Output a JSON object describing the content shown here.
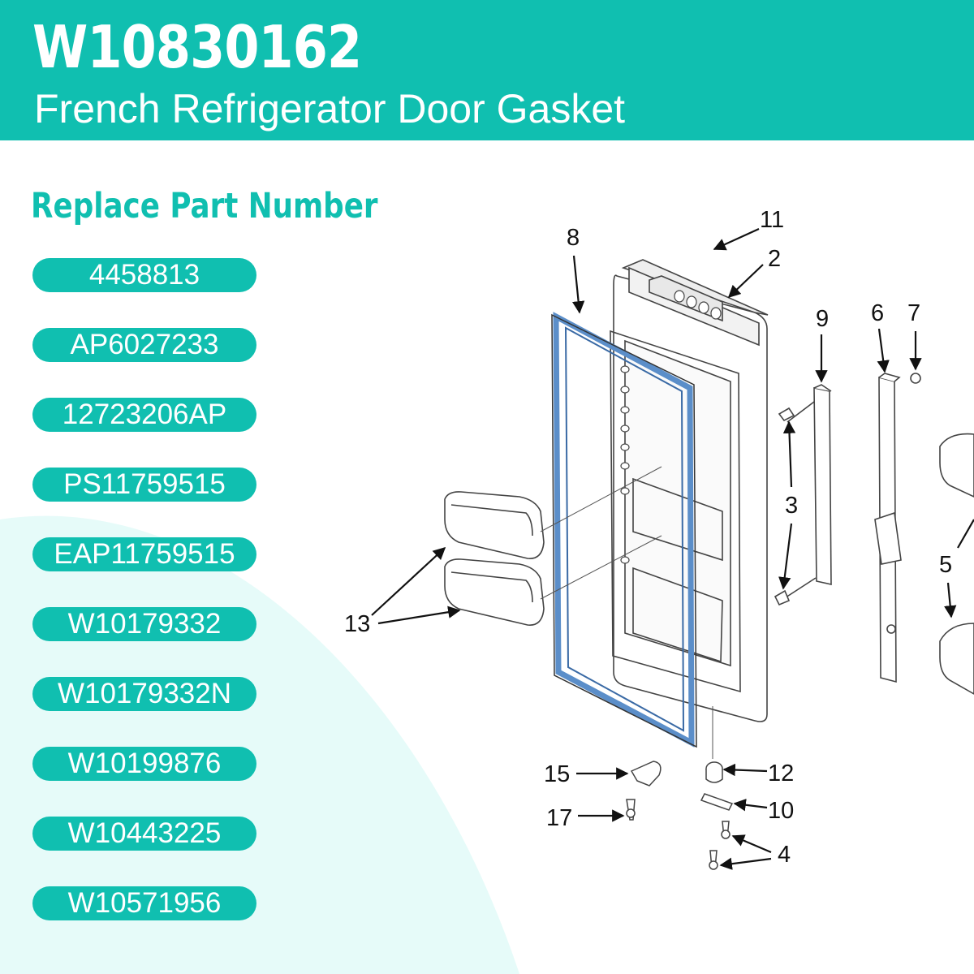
{
  "header": {
    "title": "W10830162",
    "subtitle": "French Refrigerator Door Gasket"
  },
  "replace_section": {
    "heading": "Replace Part Number",
    "part_numbers": [
      "4458813",
      "AP6027233",
      "12723206AP",
      "PS11759515",
      "EAP11759515",
      "W10179332",
      "W10179332N",
      "W10199876",
      "W10443225",
      "W10571956"
    ]
  },
  "diagram": {
    "callouts": [
      "8",
      "11",
      "2",
      "9",
      "6",
      "7",
      "3",
      "5",
      "13",
      "15",
      "12",
      "10",
      "17",
      "4"
    ]
  },
  "colors": {
    "brand": "#10bfb0",
    "light_bg": "#e6fbf9",
    "gasket": "#5b8ec9"
  }
}
